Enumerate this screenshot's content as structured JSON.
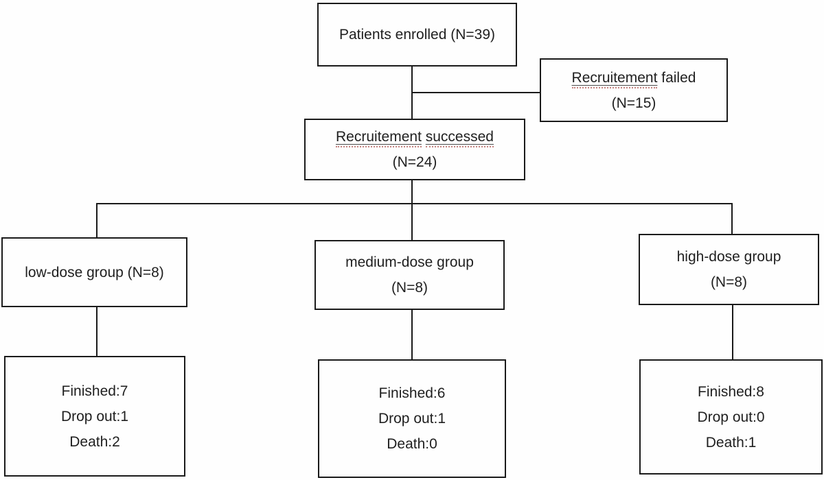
{
  "boxes": {
    "enrolled": {
      "line1": "Patients enrolled (N=39)"
    },
    "recruitment_failed": {
      "misspelled": "Recruitement",
      "rest": " failed",
      "line2": "(N=15)"
    },
    "recruitment_successed": {
      "misspelled1": "Recruitement",
      "misspelled2": "successed",
      "line2": "(N=24)"
    },
    "low_dose": {
      "line1": "low-dose group (N=8)"
    },
    "medium_dose": {
      "line1": "medium-dose group",
      "line2": "(N=8)"
    },
    "high_dose": {
      "line1": "high-dose group",
      "line2": "(N=8)"
    },
    "low_outcome": {
      "lines": [
        "Finished:7",
        "Drop out:1",
        "Death:2"
      ]
    },
    "medium_outcome": {
      "lines": [
        "Finished:6",
        "Drop out:1",
        "Death:0"
      ]
    },
    "high_outcome": {
      "lines": [
        "Finished:8",
        "Drop out:0",
        "Death:1"
      ]
    }
  },
  "colors": {
    "border": "#1a1a1a",
    "text": "#1f1f1f",
    "spellcheck_underline": "#c4827f",
    "background": "#fefefe"
  }
}
